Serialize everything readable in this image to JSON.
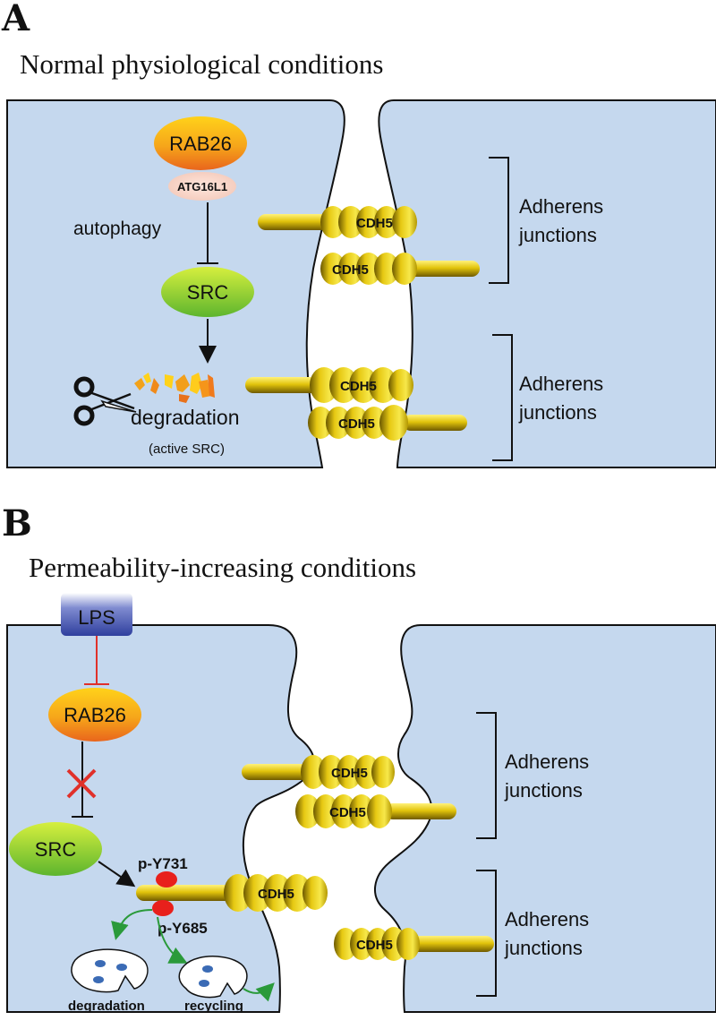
{
  "panel_a": {
    "letter": "A",
    "title": "Normal physiological conditions",
    "rab26": "RAB26",
    "atg16l1": "ATG16L1",
    "autophagy": "autophagy",
    "src": "SRC",
    "degradation": "degradation",
    "active_src": "(active SRC)",
    "cdh5": "CDH5",
    "junction_1_line1": "Adherens",
    "junction_1_line2": "junctions",
    "junction_2_line1": "Adherens",
    "junction_2_line2": "junctions"
  },
  "panel_b": {
    "letter": "B",
    "title": "Permeability-increasing conditions",
    "lps": "LPS",
    "rab26": "RAB26",
    "src": "SRC",
    "p_y731": "p-Y731",
    "p_y685": "p-Y685",
    "degradation": "degradation",
    "recycling": "recycling",
    "cdh5": "CDH5",
    "junction_1_line1": "Adherens",
    "junction_1_line2": "junctions",
    "junction_2_line1": "Adherens",
    "junction_2_line2": "junctions"
  },
  "colors": {
    "cell": "#c5d8ee",
    "gold": "#e0c50a",
    "inhibit_red": "#e0302a",
    "arrow_green": "#2a9a3a",
    "phospho": "#e8201c",
    "lps_blue": "#3c4fa8"
  }
}
